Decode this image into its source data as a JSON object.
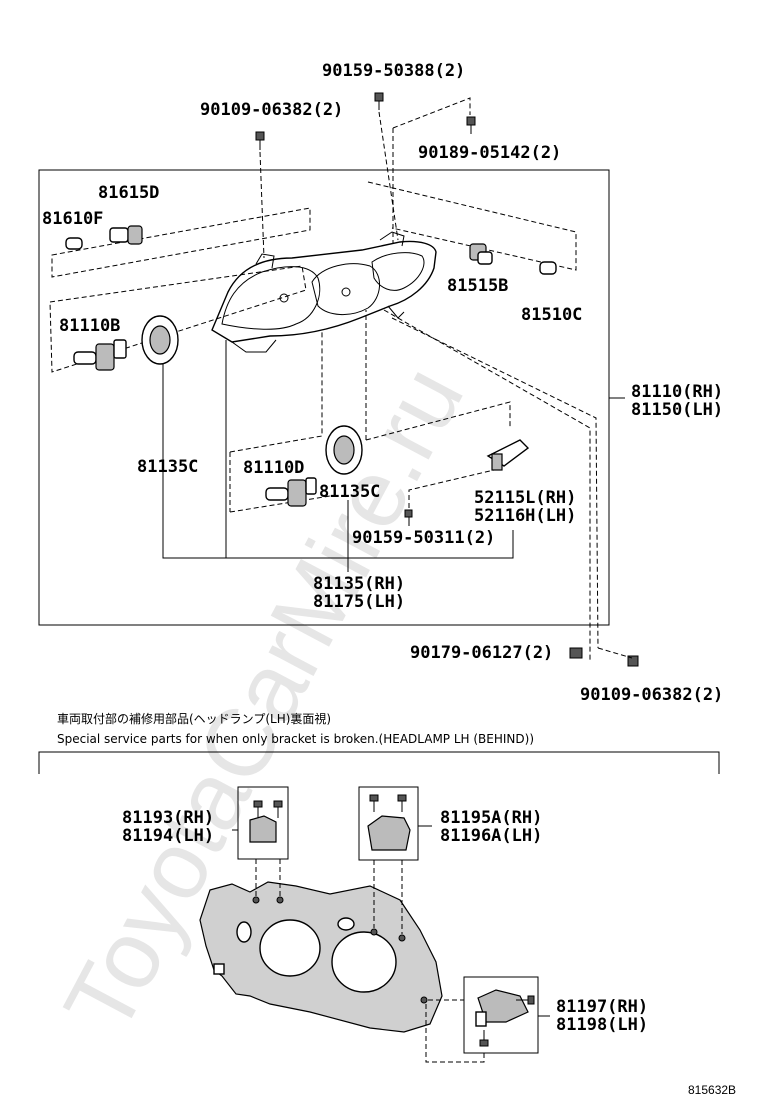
{
  "watermark": "ToyotaCarMire.ru",
  "parts": {
    "p90159_50388": "90159-50388(2)",
    "p90109_06382_top": "90109-06382(2)",
    "p90189_05142": "90189-05142(2)",
    "p81615D": "81615D",
    "p81610F": "81610F",
    "p81515B": "81515B",
    "p81510C": "81510C",
    "p81110B": "81110B",
    "p81110_rh": "81110(RH)",
    "p81150_lh": "81150(LH)",
    "p81135C_left": "81135C",
    "p81110D": "81110D",
    "p81135C_mid": "81135C",
    "p52115L_rh": "52115L(RH)",
    "p52116H_lh": "52116H(LH)",
    "p90159_50311": "90159-50311(2)",
    "p81135_rh": "81135(RH)",
    "p81175_lh": "81175(LH)",
    "p90179_06127": "90179-06127(2)",
    "p90109_06382_bottom": "90109-06382(2)",
    "p81193_rh": "81193(RH)",
    "p81194_lh": "81194(LH)",
    "p81195A_rh": "81195A(RH)",
    "p81196A_lh": "81196A(LH)",
    "p81197_rh": "81197(RH)",
    "p81198_lh": "81198(LH)"
  },
  "notes": {
    "japanese": "車両取付部の補修用部品(ヘッドランプ(LH)裏面視)",
    "english": "Special service parts for when only bracket is broken.(HEADLAMP LH (BEHIND))"
  },
  "diagram_code": "815632B"
}
